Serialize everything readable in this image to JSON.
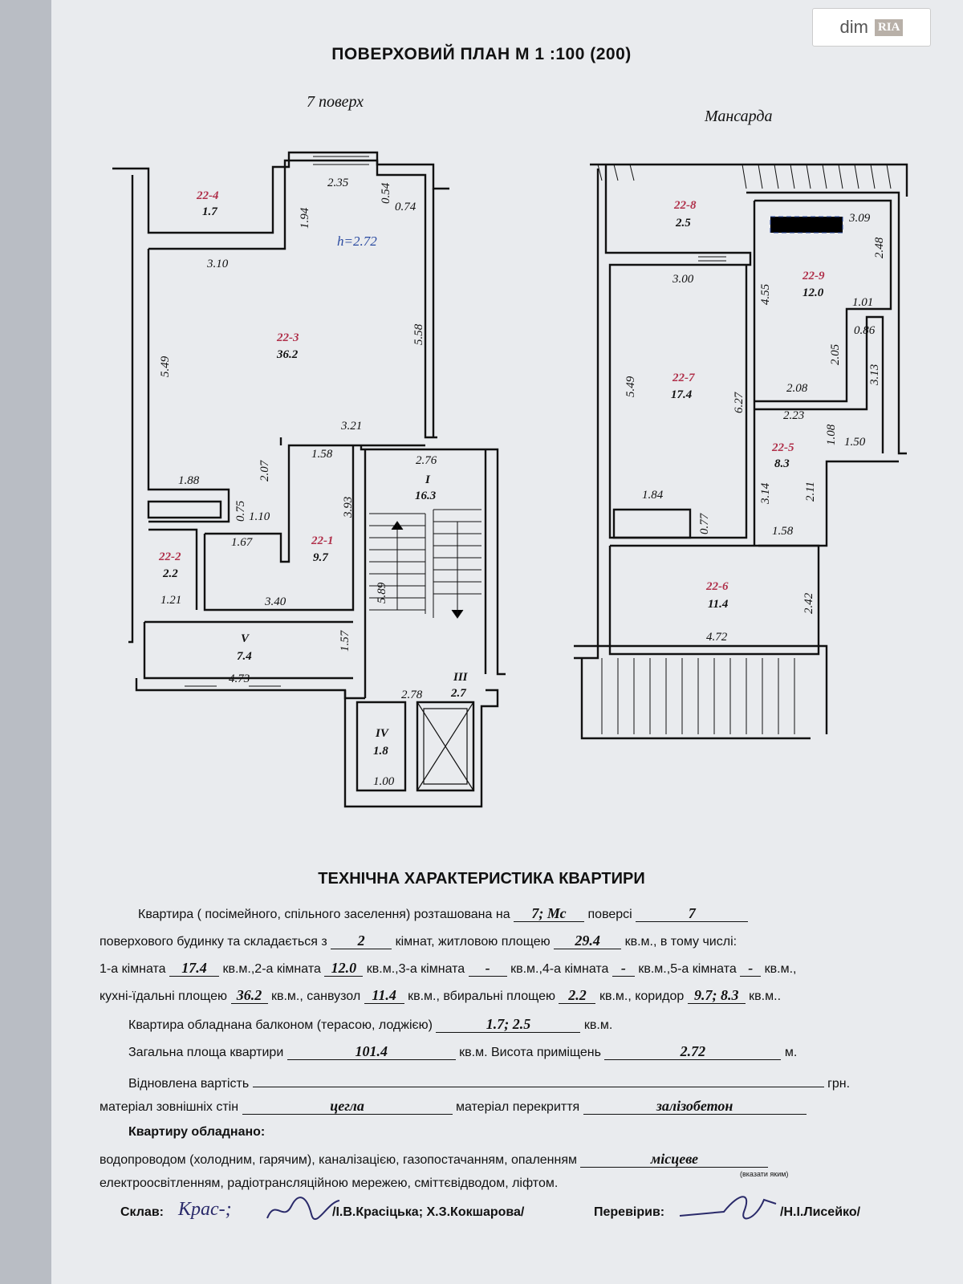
{
  "watermark": {
    "brand": "dim",
    "badge": "RIA"
  },
  "plan": {
    "title": "ПОВЕРХОВИЙ ПЛАН М 1 :100 (200)",
    "left_label": "7  поверх",
    "right_label": "Мансарда",
    "height_note": "h=2.72",
    "rooms_left": [
      {
        "id": "22-4",
        "area": "1.7"
      },
      {
        "id": "22-3",
        "area": "36.2"
      },
      {
        "id": "22-2",
        "area": "2.2"
      },
      {
        "id": "22-1",
        "area": "9.7"
      },
      {
        "id": "I",
        "area": "16.3"
      },
      {
        "id": "V",
        "area": "7.4"
      },
      {
        "id": "III",
        "area": "2.7"
      },
      {
        "id": "IV",
        "area": "1.8"
      }
    ],
    "rooms_right": [
      {
        "id": "22-8",
        "area": "2.5"
      },
      {
        "id": "22-9",
        "area": "12.0"
      },
      {
        "id": "22-7",
        "area": "17.4"
      },
      {
        "id": "22-5",
        "area": "8.3"
      },
      {
        "id": "22-6",
        "area": "11.4"
      }
    ],
    "dims_left": [
      "2.35",
      "0.54",
      "0.74",
      "1.94",
      "3.10",
      "5.49",
      "5.58",
      "3.21",
      "1.58",
      "2.76",
      "1.88",
      "2.07",
      "0.75",
      "1.10",
      "3.93",
      "1.67",
      "1.21",
      "3.40",
      "5.89",
      "1.57",
      "4.73",
      "2.78",
      "1.00"
    ],
    "dims_right": [
      "3.09",
      "3.00",
      "2.48",
      "4.55",
      "1.01",
      "0.86",
      "5.49",
      "2.05",
      "6.27",
      "2.08",
      "2.23",
      "3.13",
      "1.08",
      "1.50",
      "1.84",
      "3.14",
      "2.11",
      "0.77",
      "1.58",
      "2.42",
      "4.72"
    ]
  },
  "tech": {
    "title": "ТЕХНІЧНА ХАРАКТЕРИСТИКА   КВАРТИРИ",
    "l1a": "Квартира ( посімейного, спільного заселення) розташована на",
    "floor": "7; Мс",
    "l1b": "поверсі",
    "storeys": "7",
    "l2a": "поверхового будинку  та  складається  з",
    "rooms": "2",
    "l2b": "кімнат,  житловою  площею",
    "living": "29.4",
    "l2c": "кв.м.,  в  тому  числі:",
    "l3a": "1-а  кімната",
    "r1": "17.4",
    "l3b": "кв.м.,2-а  кімната",
    "r2": "12.0",
    "l3c": "кв.м.,3-а  кімната",
    "r3": "-",
    "l3d": "кв.м.,4-а  кімната",
    "r4": "-",
    "l3e": "кв.м.,5-а  кімната",
    "r5": "-",
    "l3f": "кв.м.,",
    "l4a": "кухні-їдальні  площею",
    "kitchen": "36.2",
    "l4b": "кв.м.,  санвузол",
    "bath": "11.4",
    "l4c": "кв.м.,  вбиральні  площею",
    "wc": "2.2",
    "l4d": "кв.м.,  коридор",
    "corridor": "9.7; 8.3",
    "l4e": "кв.м..",
    "l5a": "Квартира  обладнана  балконом  (терасою,  лоджією)",
    "balcony": "1.7; 2.5",
    "l5b": "кв.м.",
    "l6a": "Загальна  площа  квартири",
    "total": "101.4",
    "l6b": "кв.м.  Висота  приміщень",
    "height": "2.72",
    "l6c": "м.",
    "l7a": "Відновлена  вартість",
    "l7b": "грн.",
    "l8a": "матеріал  зовнішніх  стін",
    "walls": "цегла",
    "l8b": "матеріал  перекриття",
    "slab": "залізобетон",
    "l9": "Квартиру обладнано:",
    "l10a": "водопроводом (холодним, гарячим), каналізацією, газопостачанням, опаленням",
    "heating": "місцеве",
    "heating_hint": "(вказати яким)",
    "l11": "електроосвітленням, радіотрансляційною мережею, сміттєвідводом, ліфтом.",
    "composed_label": "Склав:",
    "composed_sign": "Крас-;",
    "composed_names": "/І.В.Красіцька; Х.З.Кокшарова/",
    "checked_label": "Перевірив:",
    "checked_name": "/Н.І.Лисейко/"
  }
}
